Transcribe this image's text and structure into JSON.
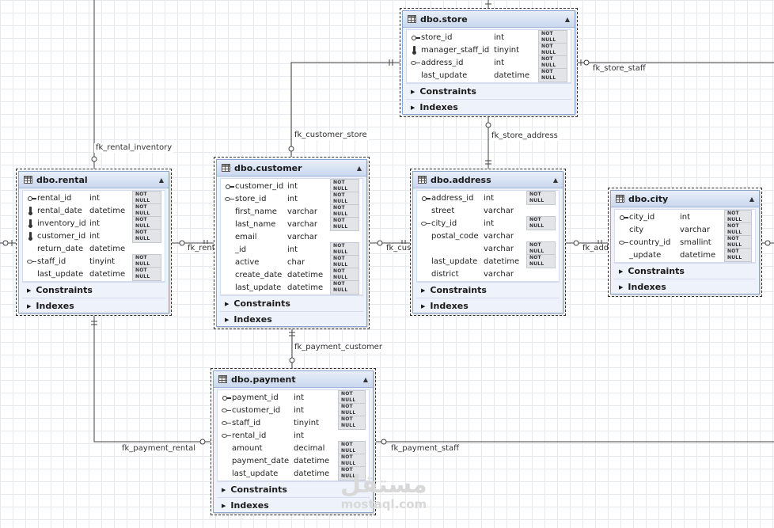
{
  "tables": [
    {
      "id": "store",
      "name": "dbo.store",
      "columns": [
        {
          "name": "store_id",
          "type": "int",
          "notnull": true,
          "icon": "key"
        },
        {
          "name": "manager_staff_id",
          "type": "tinyint",
          "notnull": true,
          "icon": "index"
        },
        {
          "name": "address_id",
          "type": "int",
          "notnull": true,
          "icon": "fk"
        },
        {
          "name": "last_update",
          "type": "datetime",
          "notnull": true,
          "icon": ""
        }
      ]
    },
    {
      "id": "rental",
      "name": "dbo.rental",
      "columns": [
        {
          "name": "rental_id",
          "type": "int",
          "notnull": true,
          "icon": "key"
        },
        {
          "name": "rental_date",
          "type": "datetime",
          "notnull": true,
          "icon": "index"
        },
        {
          "name": "inventory_id",
          "type": "int",
          "notnull": true,
          "icon": "index"
        },
        {
          "name": "customer_id",
          "type": "int",
          "notnull": true,
          "icon": "index"
        },
        {
          "name": "return_date",
          "type": "datetime",
          "notnull": false,
          "icon": ""
        },
        {
          "name": "staff_id",
          "type": "tinyint",
          "notnull": true,
          "icon": "fk"
        },
        {
          "name": "last_update",
          "type": "datetime",
          "notnull": true,
          "icon": ""
        }
      ]
    },
    {
      "id": "customer",
      "name": "dbo.customer",
      "columns": [
        {
          "name": "customer_id",
          "type": "int",
          "notnull": true,
          "icon": "key"
        },
        {
          "name": "store_id",
          "type": "int",
          "notnull": true,
          "icon": "fk"
        },
        {
          "name": "first_name",
          "type": "varchar",
          "notnull": true,
          "icon": ""
        },
        {
          "name": "last_name",
          "type": "varchar",
          "notnull": true,
          "icon": ""
        },
        {
          "name": "email",
          "type": "varchar",
          "notnull": false,
          "icon": ""
        },
        {
          "name": "_id",
          "type": "int",
          "notnull": true,
          "icon": ""
        },
        {
          "name": "active",
          "type": "char",
          "notnull": true,
          "icon": ""
        },
        {
          "name": "create_date",
          "type": "datetime",
          "notnull": true,
          "icon": ""
        },
        {
          "name": "last_update",
          "type": "datetime",
          "notnull": true,
          "icon": ""
        }
      ]
    },
    {
      "id": "address",
      "name": "dbo.address",
      "columns": [
        {
          "name": "address_id",
          "type": "int",
          "notnull": true,
          "icon": "key"
        },
        {
          "name": "street",
          "type": "varchar",
          "notnull": false,
          "icon": ""
        },
        {
          "name": "city_id",
          "type": "int",
          "notnull": true,
          "icon": "fk"
        },
        {
          "name": "postal_code",
          "type": "varchar",
          "notnull": false,
          "icon": ""
        },
        {
          "name": "",
          "type": "varchar",
          "notnull": true,
          "icon": ""
        },
        {
          "name": "last_update",
          "type": "datetime",
          "notnull": true,
          "icon": ""
        },
        {
          "name": "district",
          "type": "varchar",
          "notnull": false,
          "icon": ""
        }
      ]
    },
    {
      "id": "city",
      "name": "dbo.city",
      "columns": [
        {
          "name": "city_id",
          "type": "int",
          "notnull": true,
          "icon": "key"
        },
        {
          "name": "city",
          "type": "varchar",
          "notnull": true,
          "icon": ""
        },
        {
          "name": "country_id",
          "type": "smallint",
          "notnull": true,
          "icon": "fk"
        },
        {
          "name": "_update",
          "type": "datetime",
          "notnull": true,
          "icon": ""
        }
      ]
    },
    {
      "id": "payment",
      "name": "dbo.payment",
      "columns": [
        {
          "name": "payment_id",
          "type": "int",
          "notnull": true,
          "icon": "key"
        },
        {
          "name": "customer_id",
          "type": "int",
          "notnull": true,
          "icon": "fk"
        },
        {
          "name": "staff_id",
          "type": "tinyint",
          "notnull": true,
          "icon": "fk"
        },
        {
          "name": "rental_id",
          "type": "int",
          "notnull": false,
          "icon": "fk"
        },
        {
          "name": "amount",
          "type": "decimal",
          "notnull": true,
          "icon": ""
        },
        {
          "name": "payment_date",
          "type": "datetime",
          "notnull": true,
          "icon": ""
        },
        {
          "name": "last_update",
          "type": "datetime",
          "notnull": true,
          "icon": ""
        }
      ]
    }
  ],
  "sections": {
    "constraints": "Constraints",
    "indexes": "Indexes"
  },
  "not_null_label": "NOT NULL",
  "relationships": [
    {
      "id": "fk_rental_inventory",
      "label": "fk_rental_inventory"
    },
    {
      "id": "fk_customer_store",
      "label": "fk_customer_store"
    },
    {
      "id": "fk_store_staff",
      "label": "fk_store_staff"
    },
    {
      "id": "fk_store_address",
      "label": "fk_store_address"
    },
    {
      "id": "fk_rental_customer",
      "label": "fk_rental_customer"
    },
    {
      "id": "fk_customer_address",
      "label": "fk_customer_address"
    },
    {
      "id": "fk_address_city",
      "label": "fk_address_city"
    },
    {
      "id": "fk_payment_customer",
      "label": "fk_payment_customer"
    },
    {
      "id": "fk_payment_rental",
      "label": "fk_payment_rental"
    },
    {
      "id": "fk_payment_staff",
      "label": "fk_payment_staff"
    }
  ],
  "watermark": {
    "big": "مستقل",
    "small": "mostaql.com"
  }
}
